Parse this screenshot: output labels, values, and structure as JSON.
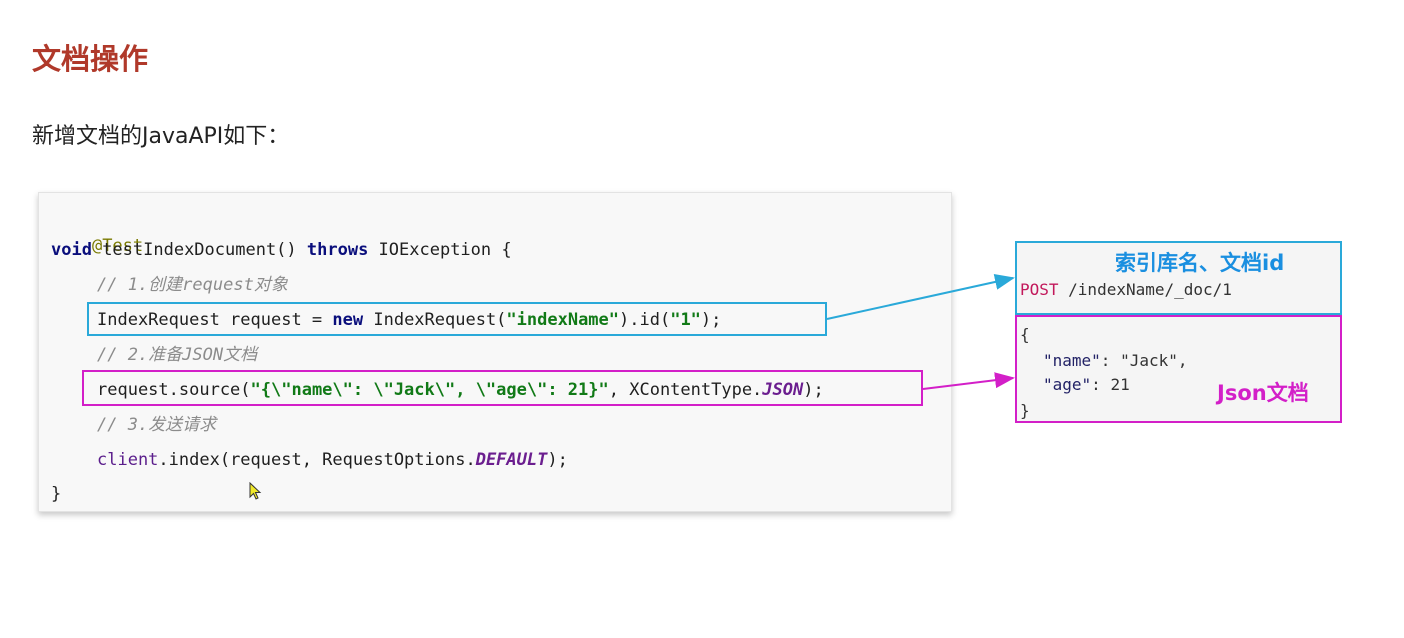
{
  "page": {
    "title": "文档操作",
    "subtitle": "新增文档的JavaAPI如下："
  },
  "code": {
    "annotation": "@Test",
    "void_kw": "void",
    "method_sig": " testIndexDocument() ",
    "throws_kw": "throws",
    "exception": " IOException {",
    "comment1": "// 1.创建request对象",
    "line3_a": "IndexRequest request = ",
    "new_kw": "new",
    "line3_b": " IndexRequest(",
    "index_name": "\"indexName\"",
    "line3_c": ").id(",
    "id_value": "\"1\"",
    "line3_d": ");",
    "comment2": "// 2.准备JSON文档",
    "line5_a": "request.source(",
    "json_literal": "\"{\\\"name\\\": \\\"Jack\\\", \\\"age\\\": 21}\"",
    "line5_b": ", XContentType.",
    "json_const": "JSON",
    "line5_c": ");",
    "comment3": "// 3.发送请求",
    "client": "client",
    "line7_a": ".index(request, RequestOptions.",
    "default_const": "DEFAULT",
    "line7_b": ");",
    "closing": "}"
  },
  "index_box": {
    "label": "索引库名、文档id",
    "method": "POST",
    "path": " /indexName/_doc/1"
  },
  "json_box": {
    "open": "{",
    "name_key": "\"name\"",
    "name_sep": ": ",
    "name_val": "\"Jack\"",
    "name_comma": ",",
    "age_key": "\"age\"",
    "age_sep": ": ",
    "age_val": "21",
    "close": "}",
    "label": "Json文档"
  },
  "colors": {
    "title": "#b0392a",
    "blue_highlight": "#2aa9d9",
    "purple_highlight": "#d31fc8"
  }
}
